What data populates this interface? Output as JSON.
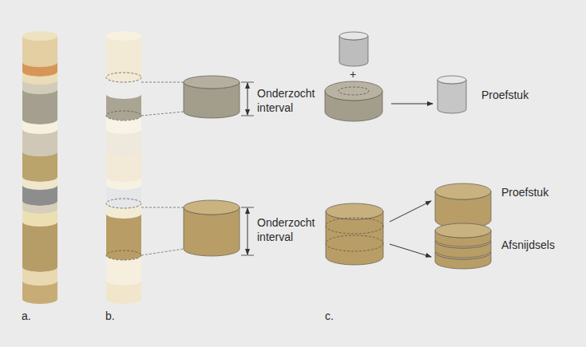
{
  "diagram": {
    "labels": [
      "Onderzocht interval",
      "Onderzocht interval",
      "+",
      "Proefstuk",
      "Proefstuk",
      "Afsnijdsels",
      "a.",
      "b.",
      "c."
    ]
  }
}
